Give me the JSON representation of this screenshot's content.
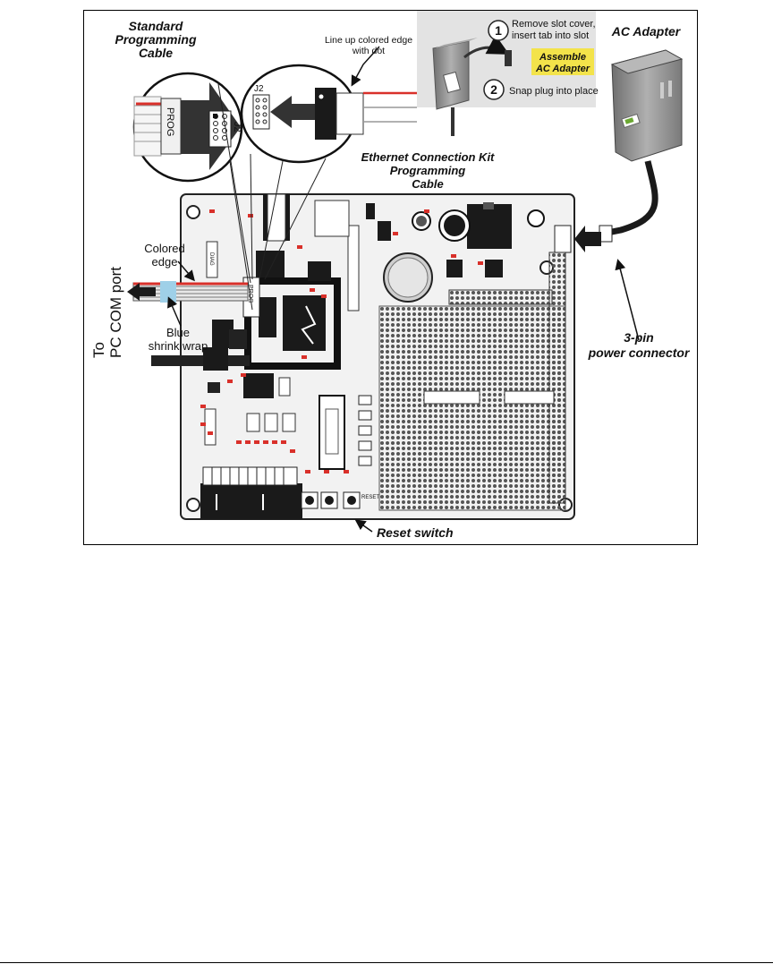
{
  "figure": {
    "callouts": {
      "standard_cable_l1": "Standard",
      "standard_cable_l2": "Programming",
      "standard_cable_l3": "Cable",
      "line_up_l1": "Line up colored edge",
      "line_up_l2": "with dot",
      "ethernet_kit_l1": "Ethernet Connection Kit",
      "ethernet_kit_l2": "Programming",
      "ethernet_kit_l3": "Cable",
      "ac_adapter": "AC Adapter",
      "step1_num": "1",
      "step1_l1": "Remove slot cover,",
      "step1_l2": "insert tab into slot",
      "step2_num": "2",
      "step2_l1": "Snap plug into place",
      "assemble_l1": "Assemble",
      "assemble_l2": "AC Adapter",
      "colored_edge_l1": "Colored",
      "colored_edge_l2": "edge",
      "to_com_l1": "To",
      "to_com_l2": "PC COM port",
      "blue_shrink_l1": "Blue",
      "blue_shrink_l2": "shrink wrap",
      "three_pin_l1": "3-pin",
      "three_pin_l2": "power connector",
      "reset_switch": "Reset switch"
    },
    "board_labels": {
      "prog": "PROG",
      "j2": "J2",
      "diag": "DIAG",
      "reset": "RESET"
    },
    "colors": {
      "board": "#f2f2f2",
      "component": "#1a1a1a",
      "gray_panel": "#d9d9d9",
      "red_wire": "#d9302a",
      "blue_shrink": "#9fd0e8",
      "yellow_label": "#f3e34a",
      "adapter_body": "#8c8c8c"
    }
  }
}
